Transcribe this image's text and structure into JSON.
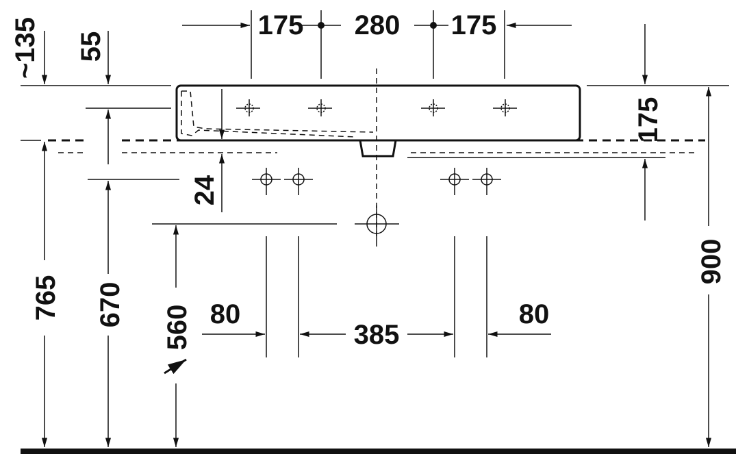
{
  "drawing": {
    "dimensions": {
      "depth_overall": "~135",
      "depth_rim": "55",
      "tap_left": "175",
      "tap_center": "280",
      "tap_right": "175",
      "basin_height": "175",
      "offset": "24",
      "height_765": "765",
      "height_670": "670",
      "height_560": "560",
      "bracket_left": "80",
      "bracket_span": "385",
      "bracket_right": "80",
      "height_900": "900"
    }
  }
}
